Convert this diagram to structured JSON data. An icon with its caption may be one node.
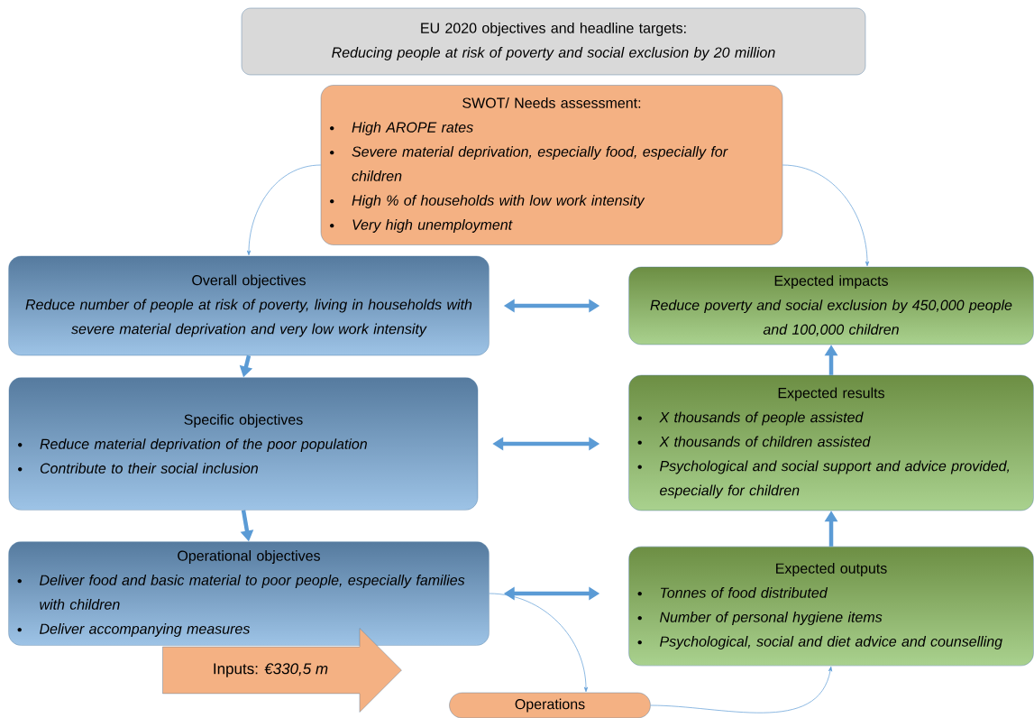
{
  "diagram": {
    "nodes": [
      {
        "text": [
          "EU 2020 objectives and headline targets:",
          "Reducing people at risk of poverty and social exclusion by 20 million"
        ]
      },
      {
        "text": [
          "SWOT/ Needs assessment:",
          "High AROPE rates",
          "Severe material deprivation, especially food, especially for children",
          "High % of households with low work intensity",
          "Very high unemployment"
        ]
      },
      {
        "text": [
          "Overall objectives",
          "Reduce number of people at risk of poverty, living in households with severe material deprivation and very low work intensity"
        ]
      },
      {
        "text": [
          "Expected impacts",
          "Reduce poverty and social exclusion by 450,000 people and 100,000 children"
        ]
      },
      {
        "text": [
          "Specific objectives",
          "Reduce material deprivation of the poor population",
          "Contribute to their social inclusion"
        ]
      },
      {
        "text": [
          "Expected results",
          "X thousands of people assisted",
          "X thousands of children assisted",
          "Psychological and social support and advice provided, especially for children"
        ]
      },
      {
        "text": [
          "Operational objectives",
          "Deliver food and basic material to poor people, especially families with children",
          "Deliver accompanying measures"
        ]
      },
      {
        "text": [
          "Expected outputs",
          "Tonnes of food distributed",
          "Number of personal hygiene items",
          "Psychological, social and diet advice and counselling"
        ]
      },
      {
        "text": [
          "Inputs: *€330,5 m*"
        ]
      },
      {
        "text": [
          "Operations"
        ]
      }
    ],
    "edges": [
      {
        "from": 1,
        "to": 2,
        "arrow": "to"
      },
      {
        "from": 1,
        "to": 3,
        "arrow": "to"
      },
      {
        "from": 2,
        "to": 3,
        "arrow": "both"
      },
      {
        "from": 2,
        "to": 4,
        "arrow": "to"
      },
      {
        "from": 4,
        "to": 5,
        "arrow": "both"
      },
      {
        "from": 4,
        "to": 6,
        "arrow": "to"
      },
      {
        "from": 7,
        "to": 5,
        "arrow": "to"
      },
      {
        "from": 5,
        "to": 3,
        "arrow": "to"
      },
      {
        "from": 6,
        "to": 7,
        "arrow": "both"
      },
      {
        "from": 6,
        "to": 9,
        "arrow": "to"
      },
      {
        "from": 9,
        "to": 7,
        "arrow": "to"
      }
    ]
  }
}
